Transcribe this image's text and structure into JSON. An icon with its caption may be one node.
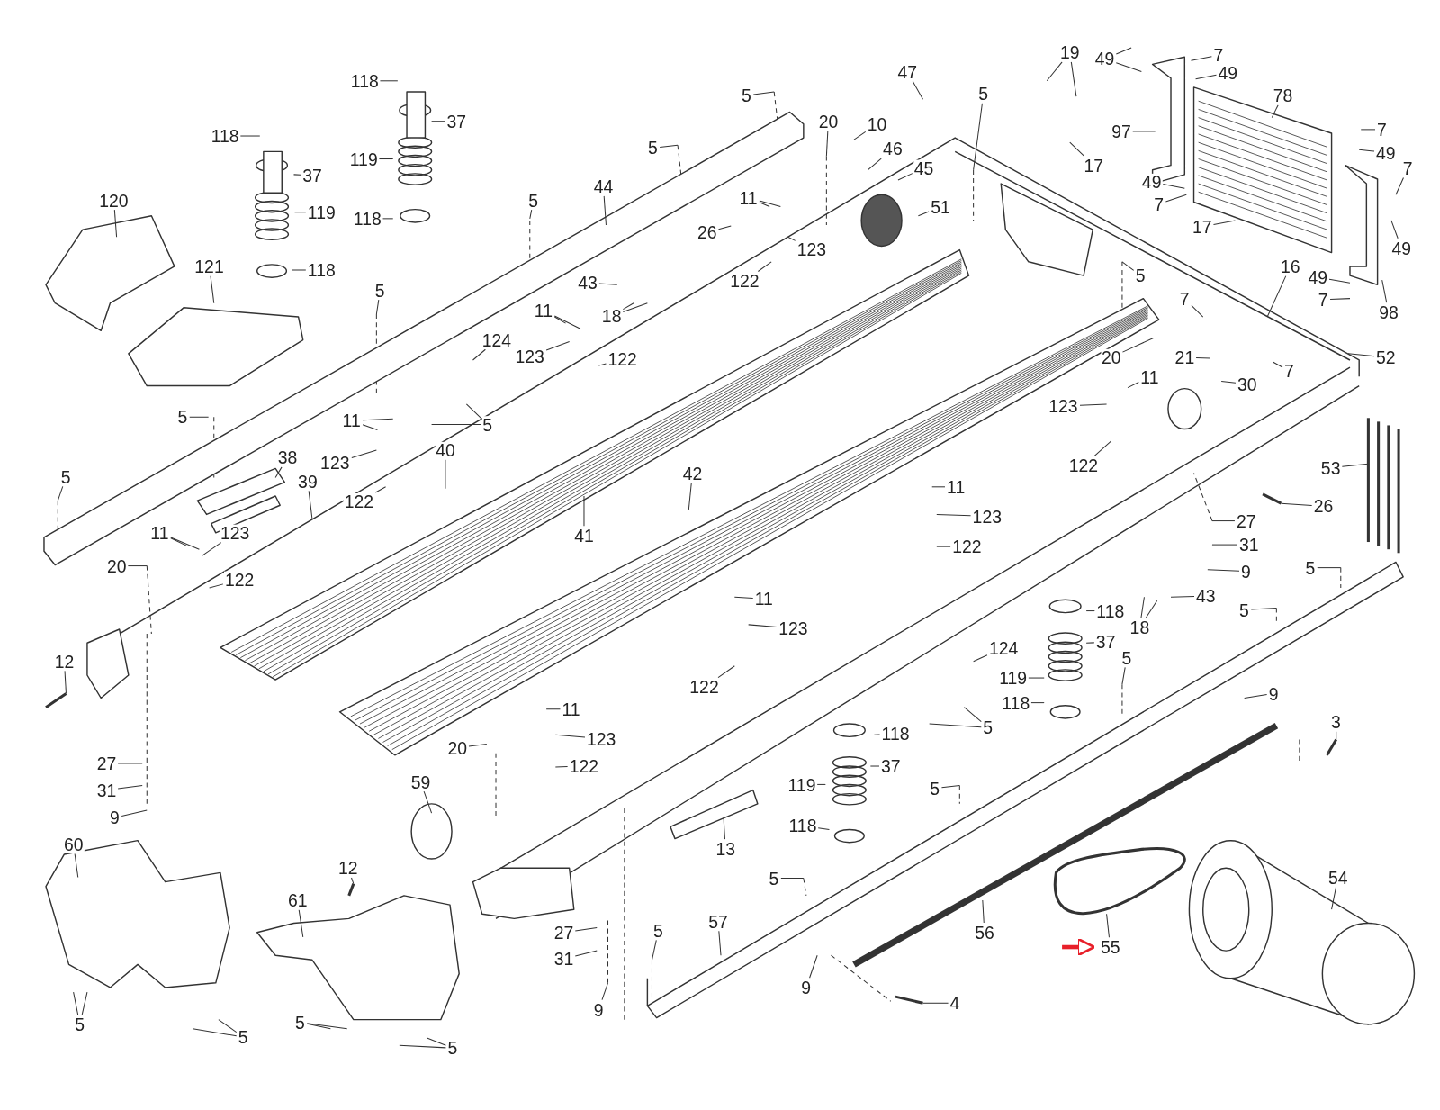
{
  "diagram": {
    "nodes": [
      {
        "text": [
          "118"
        ]
      },
      {
        "text": [
          "37"
        ]
      },
      {
        "text": [
          "118"
        ]
      },
      {
        "text": [
          "37"
        ]
      },
      {
        "text": [
          "119"
        ]
      },
      {
        "text": [
          "119"
        ]
      },
      {
        "text": [
          "118"
        ]
      },
      {
        "text": [
          "118"
        ]
      },
      {
        "text": [
          "120"
        ]
      },
      {
        "text": [
          "121"
        ]
      },
      {
        "text": [
          "5"
        ]
      },
      {
        "text": [
          "5"
        ]
      },
      {
        "text": [
          "44"
        ]
      },
      {
        "text": [
          "5"
        ]
      },
      {
        "text": [
          "47"
        ]
      },
      {
        "text": [
          "20"
        ]
      },
      {
        "text": [
          "10"
        ]
      },
      {
        "text": [
          "46"
        ]
      },
      {
        "text": [
          "45"
        ]
      },
      {
        "text": [
          "5"
        ]
      },
      {
        "text": [
          "19"
        ]
      },
      {
        "text": [
          "49"
        ]
      },
      {
        "text": [
          "7"
        ]
      },
      {
        "text": [
          "49"
        ]
      },
      {
        "text": [
          "78"
        ]
      },
      {
        "text": [
          "97"
        ]
      },
      {
        "text": [
          "17"
        ]
      },
      {
        "text": [
          "7"
        ]
      },
      {
        "text": [
          "49"
        ]
      },
      {
        "text": [
          "7"
        ]
      },
      {
        "text": [
          "49"
        ]
      },
      {
        "text": [
          "7"
        ]
      },
      {
        "text": [
          "49"
        ]
      },
      {
        "text": [
          "17"
        ]
      },
      {
        "text": [
          "16"
        ]
      },
      {
        "text": [
          "49"
        ]
      },
      {
        "text": [
          "7"
        ]
      },
      {
        "text": [
          "98"
        ]
      },
      {
        "text": [
          "5"
        ]
      },
      {
        "text": [
          "11"
        ]
      },
      {
        "text": [
          "26"
        ]
      },
      {
        "text": [
          "51"
        ]
      },
      {
        "text": [
          "123"
        ]
      },
      {
        "text": [
          "122"
        ]
      },
      {
        "text": [
          "43"
        ]
      },
      {
        "text": [
          "18"
        ]
      },
      {
        "text": [
          "5"
        ]
      },
      {
        "text": [
          "11"
        ]
      },
      {
        "text": [
          "124"
        ]
      },
      {
        "text": [
          "123"
        ]
      },
      {
        "text": [
          "122"
        ]
      },
      {
        "text": [
          "5"
        ]
      },
      {
        "text": [
          "5"
        ]
      },
      {
        "text": [
          "11"
        ]
      },
      {
        "text": [
          "123"
        ]
      },
      {
        "text": [
          "40"
        ]
      },
      {
        "text": [
          "38"
        ]
      },
      {
        "text": [
          "39"
        ]
      },
      {
        "text": [
          "122"
        ]
      },
      {
        "text": [
          "5"
        ]
      },
      {
        "text": [
          "11"
        ]
      },
      {
        "text": [
          "123"
        ]
      },
      {
        "text": [
          "20"
        ]
      },
      {
        "text": [
          "122"
        ]
      },
      {
        "text": [
          "41"
        ]
      },
      {
        "text": [
          "42"
        ]
      },
      {
        "text": [
          "7"
        ]
      },
      {
        "text": [
          "20"
        ]
      },
      {
        "text": [
          "11"
        ]
      },
      {
        "text": [
          "21"
        ]
      },
      {
        "text": [
          "7"
        ]
      },
      {
        "text": [
          "52"
        ]
      },
      {
        "text": [
          "30"
        ]
      },
      {
        "text": [
          "123"
        ]
      },
      {
        "text": [
          "122"
        ]
      },
      {
        "text": [
          "53"
        ]
      },
      {
        "text": [
          "11"
        ]
      },
      {
        "text": [
          "123"
        ]
      },
      {
        "text": [
          "26"
        ]
      },
      {
        "text": [
          "27"
        ]
      },
      {
        "text": [
          "31"
        ]
      },
      {
        "text": [
          "9"
        ]
      },
      {
        "text": [
          "122"
        ]
      },
      {
        "text": [
          "5"
        ]
      },
      {
        "text": [
          "43"
        ]
      },
      {
        "text": [
          "18"
        ]
      },
      {
        "text": [
          "5"
        ]
      },
      {
        "text": [
          "118"
        ]
      },
      {
        "text": [
          "37"
        ]
      },
      {
        "text": [
          "124"
        ]
      },
      {
        "text": [
          "119"
        ]
      },
      {
        "text": [
          "5"
        ]
      },
      {
        "text": [
          "118"
        ]
      },
      {
        "text": [
          "9"
        ]
      },
      {
        "text": [
          "3"
        ]
      },
      {
        "text": [
          "11"
        ]
      },
      {
        "text": [
          "123"
        ]
      },
      {
        "text": [
          "122"
        ]
      },
      {
        "text": [
          "5"
        ]
      },
      {
        "text": [
          "12"
        ]
      },
      {
        "text": [
          "11"
        ]
      },
      {
        "text": [
          "123"
        ]
      },
      {
        "text": [
          "20"
        ]
      },
      {
        "text": [
          "122"
        ]
      },
      {
        "text": [
          "118"
        ]
      },
      {
        "text": [
          "37"
        ]
      },
      {
        "text": [
          "119"
        ]
      },
      {
        "text": [
          "118"
        ]
      },
      {
        "text": [
          "5"
        ]
      },
      {
        "text": [
          "27"
        ]
      },
      {
        "text": [
          "31"
        ]
      },
      {
        "text": [
          "9"
        ]
      },
      {
        "text": [
          "59"
        ]
      },
      {
        "text": [
          "13"
        ]
      },
      {
        "text": [
          "60"
        ]
      },
      {
        "text": [
          "12"
        ]
      },
      {
        "text": [
          "61"
        ]
      },
      {
        "text": [
          "5"
        ]
      },
      {
        "text": [
          "54"
        ]
      },
      {
        "text": [
          "57"
        ]
      },
      {
        "text": [
          "56"
        ]
      },
      {
        "text": [
          "55"
        ]
      },
      {
        "text": [
          "27"
        ]
      },
      {
        "text": [
          "5"
        ]
      },
      {
        "text": [
          "31"
        ]
      },
      {
        "text": [
          "9"
        ]
      },
      {
        "text": [
          "9"
        ]
      },
      {
        "text": [
          "4"
        ]
      },
      {
        "text": [
          "5"
        ]
      },
      {
        "text": [
          "5"
        ]
      },
      {
        "text": [
          "5"
        ]
      },
      {
        "text": [
          "5"
        ]
      }
    ],
    "edges": [
      {
        "from": 0,
        "to": null,
        "arrow": "none"
      },
      {
        "from": 1,
        "to": null,
        "arrow": "none"
      },
      {
        "from": 2,
        "to": null,
        "arrow": "none"
      },
      {
        "from": 3,
        "to": null,
        "arrow": "none"
      },
      {
        "from": 4,
        "to": null,
        "arrow": "none"
      },
      {
        "from": 5,
        "to": null,
        "arrow": "none"
      },
      {
        "from": 6,
        "to": null,
        "arrow": "none"
      },
      {
        "from": 7,
        "to": null,
        "arrow": "none"
      },
      {
        "from": 8,
        "to": null,
        "arrow": "none"
      },
      {
        "from": 9,
        "to": null,
        "arrow": "none"
      },
      {
        "from": 10,
        "to": null,
        "arrow": "none"
      },
      {
        "from": 11,
        "to": null,
        "arrow": "none"
      },
      {
        "from": 12,
        "to": null,
        "arrow": "none"
      },
      {
        "from": 13,
        "to": null,
        "arrow": "none"
      },
      {
        "from": 14,
        "to": null,
        "arrow": "none"
      },
      {
        "from": 15,
        "to": null,
        "arrow": "none"
      },
      {
        "from": 16,
        "to": null,
        "arrow": "none"
      },
      {
        "from": 17,
        "to": null,
        "arrow": "none"
      },
      {
        "from": 18,
        "to": null,
        "arrow": "none"
      },
      {
        "from": 19,
        "to": null,
        "arrow": "none"
      },
      {
        "from": 20,
        "to": null,
        "arrow": "none"
      },
      {
        "from": 20,
        "to": null,
        "arrow": "none"
      },
      {
        "from": 21,
        "to": null,
        "arrow": "none"
      },
      {
        "from": 21,
        "to": null,
        "arrow": "none"
      },
      {
        "from": 22,
        "to": null,
        "arrow": "none"
      },
      {
        "from": 23,
        "to": null,
        "arrow": "none"
      },
      {
        "from": 24,
        "to": null,
        "arrow": "none"
      },
      {
        "from": 25,
        "to": null,
        "arrow": "none"
      },
      {
        "from": 26,
        "to": null,
        "arrow": "none"
      },
      {
        "from": 27,
        "to": null,
        "arrow": "none"
      },
      {
        "from": 28,
        "to": null,
        "arrow": "none"
      },
      {
        "from": 29,
        "to": null,
        "arrow": "none"
      },
      {
        "from": 30,
        "to": null,
        "arrow": "none"
      },
      {
        "from": 31,
        "to": null,
        "arrow": "none"
      },
      {
        "from": 32,
        "to": null,
        "arrow": "none"
      },
      {
        "from": 33,
        "to": null,
        "arrow": "none"
      },
      {
        "from": 34,
        "to": null,
        "arrow": "none"
      },
      {
        "from": 35,
        "to": null,
        "arrow": "none"
      },
      {
        "from": 36,
        "to": null,
        "arrow": "none"
      },
      {
        "from": 37,
        "to": null,
        "arrow": "none"
      },
      {
        "from": 38,
        "to": null,
        "arrow": "none"
      },
      {
        "from": 39,
        "to": null,
        "arrow": "none"
      },
      {
        "from": 39,
        "to": null,
        "arrow": "none"
      },
      {
        "from": 40,
        "to": null,
        "arrow": "none"
      },
      {
        "from": 41,
        "to": null,
        "arrow": "none"
      },
      {
        "from": 42,
        "to": null,
        "arrow": "none"
      },
      {
        "from": 43,
        "to": null,
        "arrow": "none"
      },
      {
        "from": 44,
        "to": null,
        "arrow": "none"
      },
      {
        "from": 45,
        "to": null,
        "arrow": "none"
      },
      {
        "from": 45,
        "to": null,
        "arrow": "none"
      },
      {
        "from": 46,
        "to": null,
        "arrow": "none"
      },
      {
        "from": 47,
        "to": null,
        "arrow": "none"
      },
      {
        "from": 47,
        "to": null,
        "arrow": "none"
      },
      {
        "from": 48,
        "to": null,
        "arrow": "none"
      },
      {
        "from": 49,
        "to": null,
        "arrow": "none"
      },
      {
        "from": 50,
        "to": null,
        "arrow": "none"
      },
      {
        "from": 51,
        "to": null,
        "arrow": "none"
      },
      {
        "from": 51,
        "to": null,
        "arrow": "none"
      },
      {
        "from": 52,
        "to": null,
        "arrow": "none"
      },
      {
        "from": 53,
        "to": null,
        "arrow": "none"
      },
      {
        "from": 53,
        "to": null,
        "arrow": "none"
      },
      {
        "from": 54,
        "to": null,
        "arrow": "none"
      },
      {
        "from": 55,
        "to": null,
        "arrow": "none"
      },
      {
        "from": 56,
        "to": null,
        "arrow": "none"
      },
      {
        "from": 57,
        "to": null,
        "arrow": "none"
      },
      {
        "from": 58,
        "to": null,
        "arrow": "none"
      },
      {
        "from": 59,
        "to": null,
        "arrow": "none"
      },
      {
        "from": 60,
        "to": null,
        "arrow": "none"
      },
      {
        "from": 60,
        "to": null,
        "arrow": "none"
      },
      {
        "from": 61,
        "to": null,
        "arrow": "none"
      },
      {
        "from": 62,
        "to": null,
        "arrow": "none"
      },
      {
        "from": 63,
        "to": null,
        "arrow": "none"
      },
      {
        "from": 64,
        "to": null,
        "arrow": "none"
      },
      {
        "from": 65,
        "to": null,
        "arrow": "none"
      },
      {
        "from": 66,
        "to": null,
        "arrow": "none"
      },
      {
        "from": 67,
        "to": null,
        "arrow": "none"
      },
      {
        "from": 68,
        "to": null,
        "arrow": "none"
      },
      {
        "from": 69,
        "to": null,
        "arrow": "none"
      },
      {
        "from": 70,
        "to": null,
        "arrow": "none"
      },
      {
        "from": 71,
        "to": null,
        "arrow": "none"
      },
      {
        "from": 72,
        "to": null,
        "arrow": "none"
      },
      {
        "from": 73,
        "to": null,
        "arrow": "none"
      },
      {
        "from": 74,
        "to": null,
        "arrow": "none"
      },
      {
        "from": 75,
        "to": null,
        "arrow": "none"
      },
      {
        "from": 76,
        "to": null,
        "arrow": "none"
      },
      {
        "from": 77,
        "to": null,
        "arrow": "none"
      },
      {
        "from": 78,
        "to": null,
        "arrow": "none"
      },
      {
        "from": 79,
        "to": null,
        "arrow": "none"
      },
      {
        "from": 80,
        "to": null,
        "arrow": "none"
      },
      {
        "from": 81,
        "to": null,
        "arrow": "none"
      },
      {
        "from": 82,
        "to": null,
        "arrow": "none"
      },
      {
        "from": 83,
        "to": null,
        "arrow": "none"
      },
      {
        "from": 84,
        "to": null,
        "arrow": "none"
      },
      {
        "from": 85,
        "to": null,
        "arrow": "none"
      },
      {
        "from": 85,
        "to": null,
        "arrow": "none"
      },
      {
        "from": 86,
        "to": null,
        "arrow": "none"
      },
      {
        "from": 87,
        "to": null,
        "arrow": "none"
      },
      {
        "from": 88,
        "to": null,
        "arrow": "none"
      },
      {
        "from": 89,
        "to": null,
        "arrow": "none"
      },
      {
        "from": 90,
        "to": null,
        "arrow": "none"
      },
      {
        "from": 91,
        "to": null,
        "arrow": "none"
      },
      {
        "from": 92,
        "to": null,
        "arrow": "none"
      },
      {
        "from": 93,
        "to": null,
        "arrow": "none"
      },
      {
        "from": 94,
        "to": null,
        "arrow": "none"
      },
      {
        "from": 95,
        "to": null,
        "arrow": "none"
      },
      {
        "from": 96,
        "to": null,
        "arrow": "none"
      },
      {
        "from": 97,
        "to": null,
        "arrow": "none"
      },
      {
        "from": 98,
        "to": null,
        "arrow": "none"
      },
      {
        "from": 98,
        "to": null,
        "arrow": "none"
      },
      {
        "from": 99,
        "to": null,
        "arrow": "none"
      },
      {
        "from": 100,
        "to": null,
        "arrow": "none"
      },
      {
        "from": 101,
        "to": null,
        "arrow": "none"
      },
      {
        "from": 102,
        "to": null,
        "arrow": "none"
      },
      {
        "from": 103,
        "to": null,
        "arrow": "none"
      },
      {
        "from": 104,
        "to": null,
        "arrow": "none"
      },
      {
        "from": 105,
        "to": null,
        "arrow": "none"
      },
      {
        "from": 106,
        "to": null,
        "arrow": "none"
      },
      {
        "from": 107,
        "to": null,
        "arrow": "none"
      },
      {
        "from": 108,
        "to": null,
        "arrow": "none"
      },
      {
        "from": 109,
        "to": null,
        "arrow": "none"
      },
      {
        "from": 110,
        "to": null,
        "arrow": "none"
      },
      {
        "from": 111,
        "to": null,
        "arrow": "none"
      },
      {
        "from": 112,
        "to": null,
        "arrow": "none"
      },
      {
        "from": 113,
        "to": null,
        "arrow": "none"
      },
      {
        "from": 114,
        "to": null,
        "arrow": "none"
      },
      {
        "from": 115,
        "to": null,
        "arrow": "none"
      },
      {
        "from": 116,
        "to": null,
        "arrow": "none"
      },
      {
        "from": 117,
        "to": null,
        "arrow": "none"
      },
      {
        "from": 118,
        "to": null,
        "arrow": "none"
      },
      {
        "from": 119,
        "to": null,
        "arrow": "none"
      },
      {
        "from": 120,
        "to": null,
        "arrow": "none"
      },
      {
        "from": 121,
        "to": null,
        "arrow": "none"
      },
      {
        "from": 122,
        "to": null,
        "arrow": "none"
      },
      {
        "from": 123,
        "to": null,
        "arrow": "none"
      },
      {
        "from": 124,
        "to": null,
        "arrow": "none"
      },
      {
        "from": 125,
        "to": null,
        "arrow": "none"
      },
      {
        "from": 126,
        "to": null,
        "arrow": "none"
      },
      {
        "from": 127,
        "to": null,
        "arrow": "none"
      },
      {
        "from": 128,
        "to": null,
        "arrow": "none"
      },
      {
        "from": 128,
        "to": null,
        "arrow": "none"
      },
      {
        "from": 129,
        "to": null,
        "arrow": "none"
      },
      {
        "from": 129,
        "to": null,
        "arrow": "none"
      },
      {
        "from": 130,
        "to": null,
        "arrow": "none"
      },
      {
        "from": 130,
        "to": null,
        "arrow": "none"
      },
      {
        "from": 131,
        "to": null,
        "arrow": "none"
      },
      {
        "from": 131,
        "to": null,
        "arrow": "none"
      },
      {
        "from": null,
        "to": 121,
        "arrow": "to",
        "style": "thick",
        "color": "#e8202a"
      }
    ]
  }
}
